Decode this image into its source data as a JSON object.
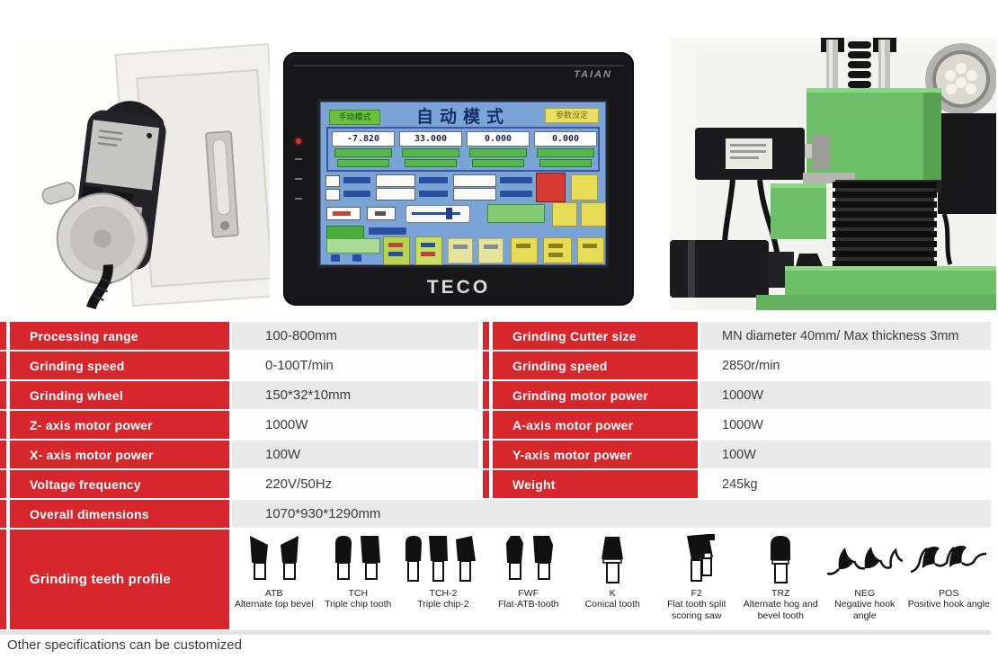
{
  "photos": {
    "panel": {
      "brand_top": "TAIAN",
      "brand_bottom": "TECO",
      "screen": {
        "title": "自动模式",
        "mode_button": "手动模式",
        "param_button": "参数设定",
        "readouts": [
          "-7.820",
          "33.000",
          "0.000",
          "0.000"
        ]
      }
    }
  },
  "table": {
    "left_rows": [
      {
        "label": "Processing range",
        "value": "100-800mm"
      },
      {
        "label": "Grinding speed",
        "value": "0-100T/min"
      },
      {
        "label": "Grinding wheel",
        "value": "150*32*10mm"
      },
      {
        "label": "Z- axis motor power",
        "value": "1000W"
      },
      {
        "label": "X- axis motor power",
        "value": "100W"
      },
      {
        "label": "Voltage frequency",
        "value": "220V/50Hz"
      },
      {
        "label": "Overall dimensions",
        "value": "1070*930*1290mm"
      }
    ],
    "right_rows": [
      {
        "label": "Grinding Cutter size",
        "value": "MN diameter 40mm/ Max thickness 3mm"
      },
      {
        "label": "Grinding speed",
        "value": "2850r/min"
      },
      {
        "label": "Grinding motor power",
        "value": "1000W"
      },
      {
        "label": "A-axis motor power",
        "value": "1000W"
      },
      {
        "label": "Y-axis motor power",
        "value": "100W"
      },
      {
        "label": "Weight",
        "value": "245kg"
      }
    ],
    "teeth_profile": {
      "label": "Grinding teeth profile",
      "items": [
        {
          "code": "ATB",
          "desc": "Alternate top bevel",
          "icon": "atb-teeth-icon"
        },
        {
          "code": "TCH",
          "desc": "Triple chip tooth",
          "icon": "tch-teeth-icon"
        },
        {
          "code": "TCH-2",
          "desc": "Triple chip-2",
          "icon": "tch2-teeth-icon"
        },
        {
          "code": "FWF",
          "desc": "Flat-ATB-tooth",
          "icon": "fwf-teeth-icon"
        },
        {
          "code": "K",
          "desc": "Conical tooth",
          "icon": "k-tooth-icon"
        },
        {
          "code": "F2",
          "desc": "Flat tooth split scoring saw",
          "icon": "f2-tooth-icon"
        },
        {
          "code": "TRZ",
          "desc": "Alternate hog and bevel tooth",
          "icon": "trz-tooth-icon"
        },
        {
          "code": "NEG",
          "desc": "Negative hook angle",
          "icon": "neg-hook-icon"
        },
        {
          "code": "POS",
          "desc": "Positive hook angle",
          "icon": "pos-hook-icon"
        }
      ]
    }
  },
  "footer": {
    "note": "Other specifications can be customized"
  },
  "colors": {
    "table_red": "#d7262c",
    "row_gray": "#e9e9e9",
    "screen_blue": "#7aa4d6",
    "machine_green": "#6fbe68"
  }
}
